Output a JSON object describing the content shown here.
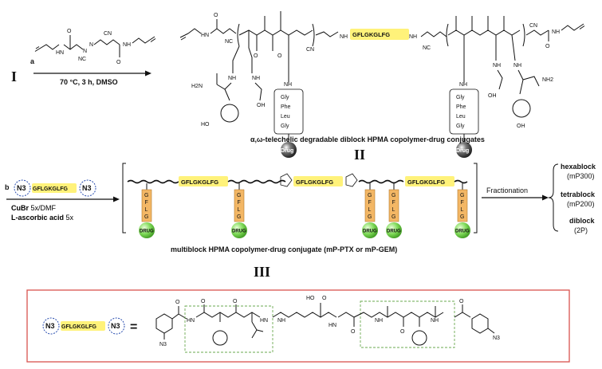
{
  "scheme": {
    "step_I": {
      "numeral": "I",
      "reagent_letter": "a",
      "conditions": "70 °C, 3 h, DMSO",
      "product_caption": "α,ω-telechelic degradable diblock HPMA copolymer-drug conjugates"
    },
    "step_II": {
      "numeral": "II",
      "reagent_letter": "b",
      "linker_label": "GFLGKGLFG",
      "azide_label": "N3",
      "condition_1_bold": "CuBr",
      "condition_1_rest": " 5x/DMF",
      "condition_2_bold": "L-ascorbic acid",
      "condition_2_rest": " 5x",
      "product_caption": "multiblock HPMA copolymer-drug conjugate (mP-PTX or mP-GEM)"
    },
    "step_III": {
      "numeral": "III",
      "fractionation_label": "Fractionation",
      "fractions": [
        {
          "name": "hexablock",
          "code": "(mP300)"
        },
        {
          "name": "tetrablock",
          "code": "(mP200)"
        },
        {
          "name": "diblock",
          "code": "(2P)"
        }
      ]
    },
    "labels": {
      "peptide_linker": "GFLGKGLFG",
      "side_chain_spacer": [
        "Gly",
        "Phe",
        "Leu",
        "Gly"
      ],
      "spacer_short": [
        "G",
        "F",
        "L",
        "G"
      ],
      "drug": "Drug",
      "drug_caps": "DRUG",
      "nh": "NH",
      "hn": "HN",
      "cn": "CN",
      "nc": "NC",
      "n": "N",
      "o": "O",
      "h2n": "H2N",
      "nh2": "NH2",
      "ho": "HO",
      "oh": "OH",
      "cooh": "HO",
      "eq": "="
    },
    "colors": {
      "linker_fill": "#fff27a",
      "spacer_fill": "#f3b765",
      "drug_green": "#7ed957",
      "frame_red": "#d9534f",
      "dash_green": "#6aa84f",
      "azide_blue": "#2b4fb0"
    }
  }
}
